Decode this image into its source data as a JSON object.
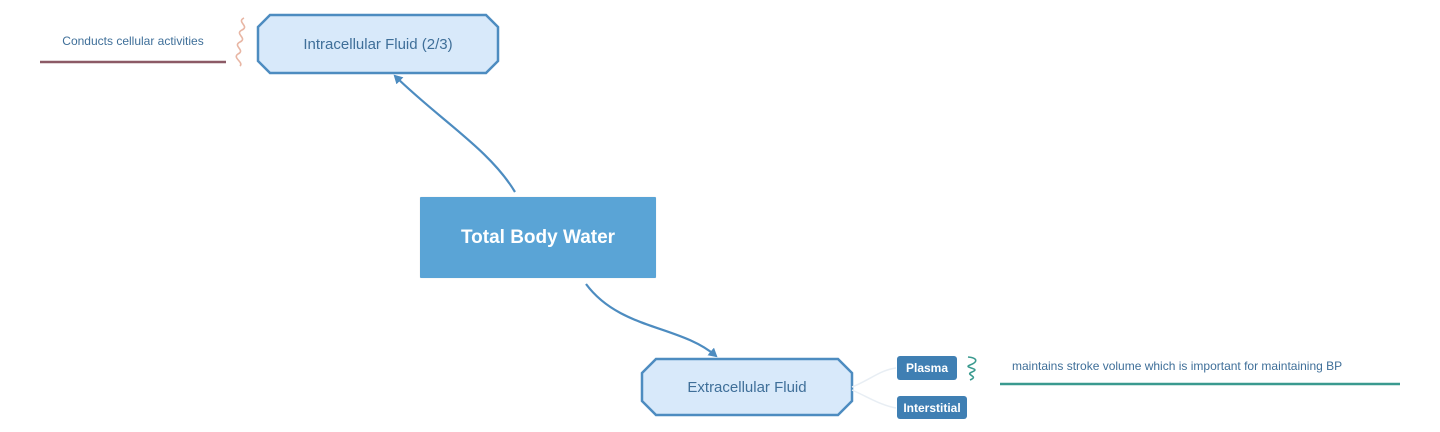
{
  "mindmap": {
    "root": {
      "label": "Total Body Water"
    },
    "branches": [
      {
        "label": "Intracellular Fluid (2/3)",
        "note": "Conducts cellular activities"
      },
      {
        "label": "Extracellular Fluid",
        "tags": [
          "Plasma",
          "Interstitial"
        ],
        "note": "maintains stroke volume which is important for maintaining BP"
      }
    ]
  },
  "colors": {
    "root_fill": "#5aa4d6",
    "node_fill": "#d8e9fa",
    "node_stroke": "#4d8cc0",
    "connector": "#4d8cc0",
    "tag_fill": "#3f7fb3",
    "underline_intra": "#8c5a66",
    "underline_plasma": "#3a9a8f",
    "squiggle_intra": "#e8b6a4",
    "squiggle_plasma": "#3a9a8f"
  }
}
